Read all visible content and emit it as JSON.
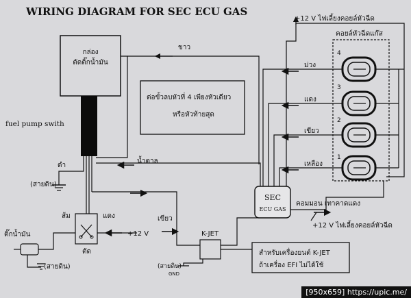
{
  "title": "WIRING DIAGRAM FOR  SEC ECU GAS",
  "top_note": "+12 V ไฟเลี้ยงคอยล์หัวฉีด",
  "injector_coils_label": "คอยล์หัวฉีดแก๊ส",
  "cut_box": {
    "line1": "กล่อง",
    "line2": "ตัดติ๊กน้ำมัน"
  },
  "white_wire": "ขาว",
  "fuel_pump_switch": "fuel pump  swith",
  "black_wire": "ดำ",
  "ground_left": "(สายดิน)",
  "brown_wire": "น้ำตาล",
  "orange_wire": "ส้ม",
  "red_wire_left": "แดง",
  "cut": "ตัด",
  "plus12v": "+12 V",
  "fuel_tick": "ติ๊กน้ำมัน",
  "ground_bottom": "(สายดิน)",
  "green_bottom": "เขียว",
  "kjet": "K-JET",
  "ground_kjet": "(สายดิน)",
  "gnd": "GND",
  "note_box": {
    "line1": "ต่อขั้วลบหัวที่ 4 เพียงหัวเดียว",
    "line2": "หรือหัวท้ายสุด"
  },
  "wires": [
    {
      "color_name": "ม่วง",
      "number": "4"
    },
    {
      "color_name": "แดง",
      "number": "3"
    },
    {
      "color_name": "เขียว",
      "number": "2"
    },
    {
      "color_name": "เหลือง",
      "number": "1"
    }
  ],
  "ecu": {
    "line1": "SEC",
    "line2": "ECU GAS"
  },
  "common_wire": "คอมมอน เทาคาดแดง",
  "bottom_12v_note": "+12 V ไฟเลี้ยงคอยล์หัวฉีด",
  "kjet_note": {
    "line1": "สำหรับเครื่องยนต์  K-JET",
    "line2": "ถ้าเครื่อง  EFI  ไม่ได้ใช้"
  },
  "watermark": "[950x659] https://upic.me/"
}
